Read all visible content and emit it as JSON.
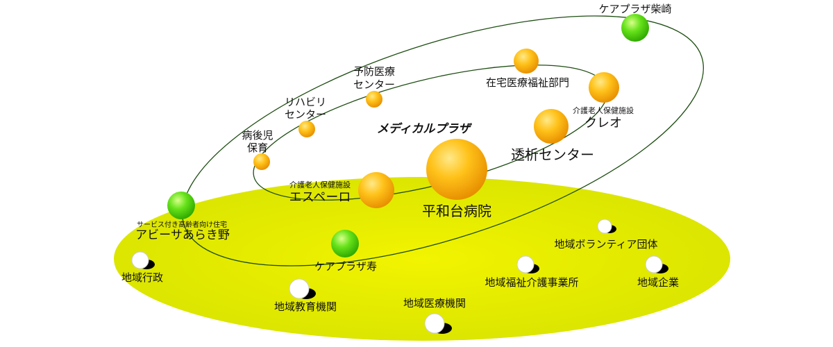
{
  "colors": {
    "ground": "#e6ec00",
    "orbit_line": "#1e4d12",
    "orange_node": "#f5a200",
    "green_node": "#39c700",
    "white_node": "#ffffff"
  },
  "center_label": "メディカルプラザ",
  "orbit_nodes": [
    {
      "id": "hospital",
      "label": "平和台病院",
      "color": "orange"
    },
    {
      "id": "dialysis",
      "label": "透析センター",
      "color": "orange"
    },
    {
      "id": "cleo",
      "label_small": "介護老人保健施設",
      "label": "クレオ",
      "color": "orange"
    },
    {
      "id": "home-care",
      "label": "在宅医療福祉部門",
      "color": "orange"
    },
    {
      "id": "prevention",
      "label_line1": "予防医療",
      "label_line2": "センター",
      "color": "orange"
    },
    {
      "id": "rehab",
      "label_line1": "リハビリ",
      "label_line2": "センター",
      "color": "orange"
    },
    {
      "id": "childcare",
      "label_line1": "病後児",
      "label_line2": "保育",
      "color": "orange"
    },
    {
      "id": "espero",
      "label_small": "介護老人保健施設",
      "label": "エスペーロ",
      "color": "orange"
    },
    {
      "id": "shibasaki",
      "label": "ケアプラザ柴崎",
      "color": "green"
    },
    {
      "id": "abisa",
      "label_small": "サービス付き高齢者向け住宅",
      "label": "アビーサあらき野",
      "color": "green"
    },
    {
      "id": "kotobuki",
      "label": "ケアプラザ寿",
      "color": "green"
    }
  ],
  "community_nodes": [
    {
      "id": "volunteer",
      "label": "地域ボランティア団体"
    },
    {
      "id": "government",
      "label": "地域行政"
    },
    {
      "id": "welfare",
      "label": "地域福祉介護事業所"
    },
    {
      "id": "enterprise",
      "label": "地域企業"
    },
    {
      "id": "education",
      "label": "地域教育機関"
    },
    {
      "id": "medical",
      "label": "地域医療機関"
    }
  ]
}
